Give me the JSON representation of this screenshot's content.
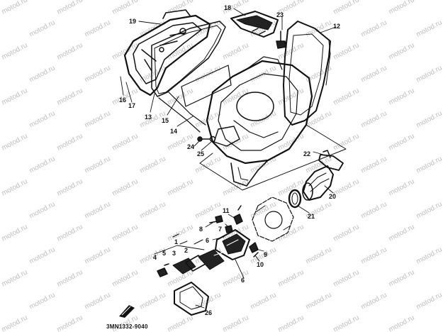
{
  "watermark": "motod.ru",
  "drawing_code": "3MN1332-9040",
  "callouts": [
    "1",
    "2",
    "3",
    "4",
    "5",
    "6",
    "6",
    "7",
    "8",
    "9",
    "10",
    "11",
    "12",
    "13",
    "14",
    "15",
    "16",
    "17",
    "18",
    "19",
    "20",
    "21",
    "22",
    "23",
    "24",
    "25",
    "26"
  ]
}
